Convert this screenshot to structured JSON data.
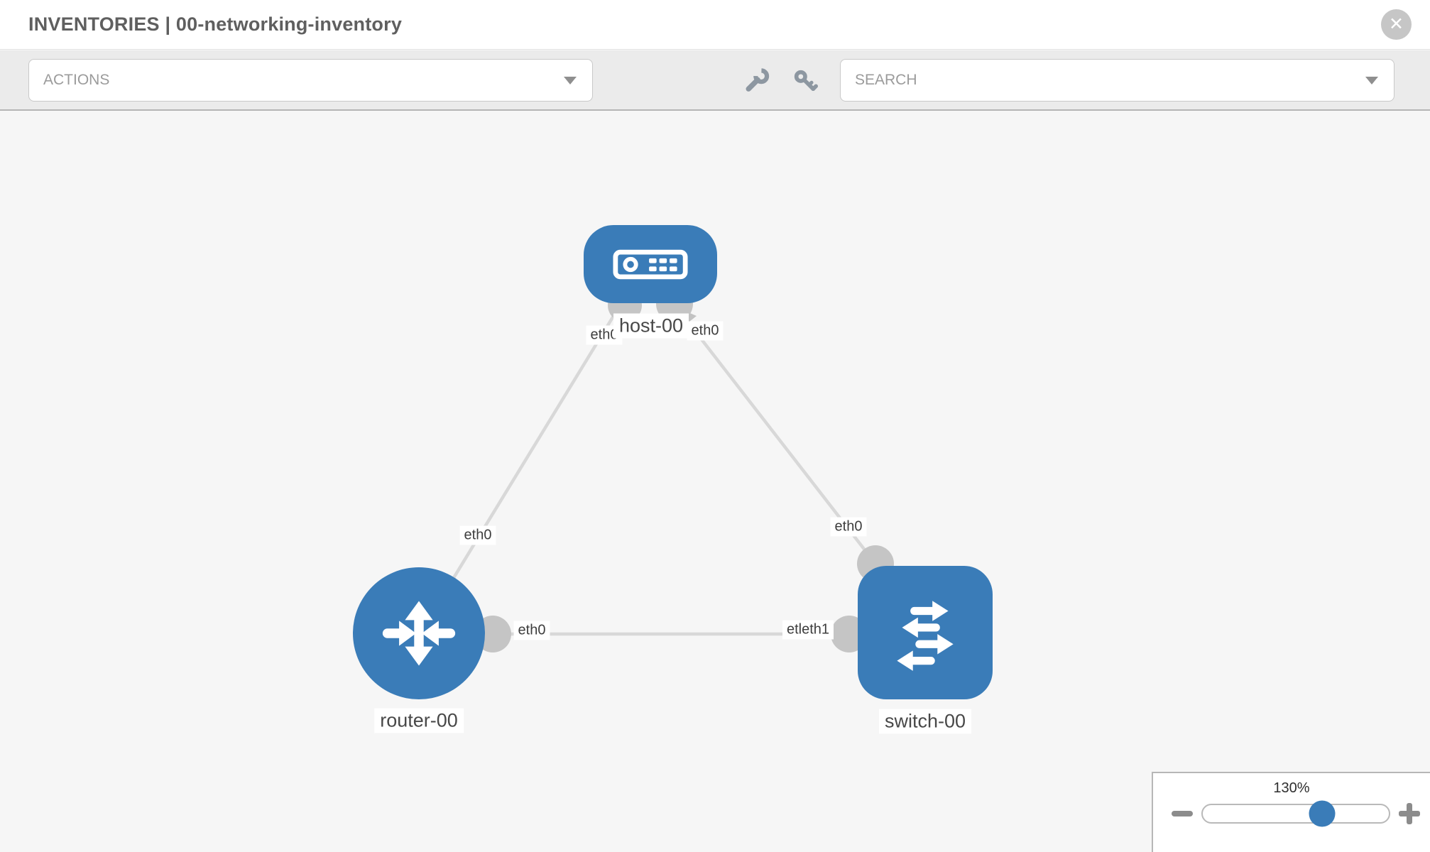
{
  "header": {
    "title": "INVENTORIES | 00-networking-inventory",
    "close_glyph": "✕"
  },
  "toolbar": {
    "actions_label": "ACTIONS",
    "search_label": "SEARCH",
    "icon_names": [
      "wrench-icon",
      "key-icon"
    ]
  },
  "topology": {
    "nodes": [
      {
        "id": "host-00",
        "label": "host-00",
        "type": "host",
        "icon": "host-icon"
      },
      {
        "id": "router-00",
        "label": "router-00",
        "type": "router",
        "icon": "router-icon"
      },
      {
        "id": "switch-00",
        "label": "switch-00",
        "type": "switch",
        "icon": "switch-icon"
      }
    ],
    "edge_labels": {
      "host_left": "eth0",
      "host_right": "eth0",
      "router_top": "eth0",
      "switch_top": "eth0",
      "router_right": "eth0",
      "switch_left": "etleth1"
    },
    "edges": [
      {
        "from": "host-00",
        "to": "router-00",
        "from_if": "eth0",
        "to_if": "eth0"
      },
      {
        "from": "host-00",
        "to": "switch-00",
        "from_if": "eth0",
        "to_if": "eth0"
      },
      {
        "from": "router-00",
        "to": "switch-00",
        "from_if": "eth0",
        "to_if": "etleth1"
      }
    ]
  },
  "zoom_panel": {
    "level": "130%",
    "handle_percent": 64,
    "minus_icon": "minus",
    "plus_icon": "plus"
  },
  "colors": {
    "node_blue": "#3a7cb8",
    "edge_gray": "#d8d8d8",
    "port_gray": "#c5c5c5",
    "toolbar_bg": "#ebebeb",
    "canvas_bg": "#f6f6f6"
  }
}
